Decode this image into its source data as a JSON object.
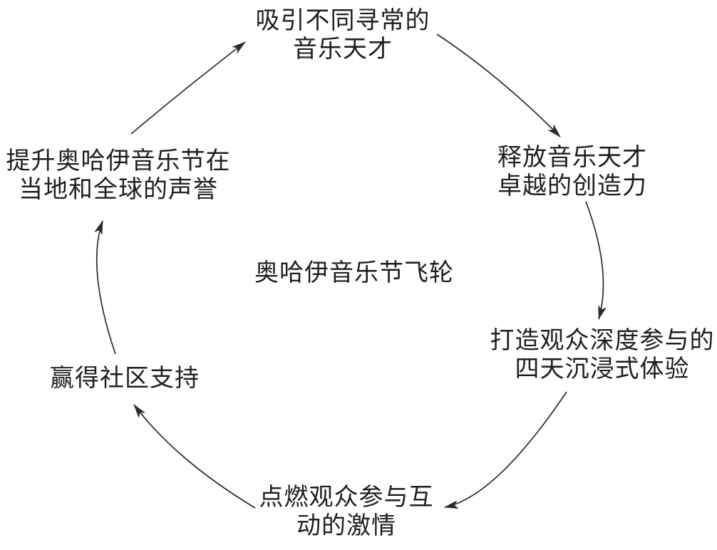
{
  "diagram": {
    "title": "奥哈伊音乐节飞轮",
    "nodes": [
      {
        "id": "attract",
        "lines": [
          "吸引不同寻常的",
          "音乐天才"
        ]
      },
      {
        "id": "unleash",
        "lines": [
          "释放音乐天才",
          "卓越的创造力"
        ]
      },
      {
        "id": "experience",
        "lines": [
          "打造观众深度参与的",
          "四天沉浸式体验"
        ]
      },
      {
        "id": "ignite",
        "lines": [
          "点燃观众参与互",
          "动的激情"
        ]
      },
      {
        "id": "community",
        "lines": [
          "赢得社区支持"
        ]
      },
      {
        "id": "reputation",
        "lines": [
          "提升奥哈伊音乐节在",
          "当地和全球的声誉"
        ]
      }
    ],
    "flow": "clockwise",
    "colors": {
      "text": "#1f1f1f",
      "arrow": "#2b2b2b",
      "background": "#ffffff"
    }
  }
}
